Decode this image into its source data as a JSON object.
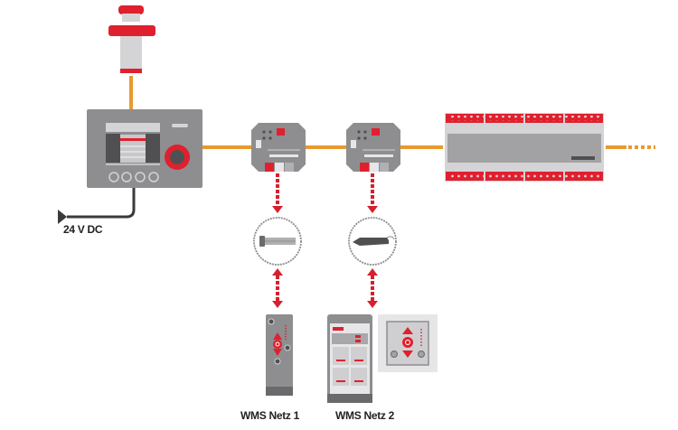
{
  "diagram": {
    "title": "WMS network topology",
    "colors": {
      "bus_line": "#e89a2f",
      "radio_link": "#d6202e",
      "device_gray": "#8e8e90",
      "device_light": "#d4d4d6",
      "device_dark": "#505052",
      "accent_red": "#e0202e"
    },
    "nodes": [
      {
        "id": "signal-light",
        "label": ""
      },
      {
        "id": "power-supply-controller",
        "label": ""
      },
      {
        "id": "wms-interface-1",
        "label": ""
      },
      {
        "id": "wms-interface-2",
        "label": ""
      },
      {
        "id": "din-rail-actuator",
        "label": ""
      },
      {
        "id": "motor-tubular",
        "label": ""
      },
      {
        "id": "motor-linear",
        "label": ""
      },
      {
        "id": "handheld-remote",
        "label": ""
      },
      {
        "id": "smartphone-app",
        "label": ""
      },
      {
        "id": "wall-transmitter",
        "label": ""
      }
    ],
    "power_label": "24 V DC",
    "network_labels": [
      "WMS Netz 1",
      "WMS Netz 2"
    ],
    "edges": [
      {
        "from": "signal-light",
        "to": "power-supply-controller",
        "type": "bus"
      },
      {
        "from": "power-supply-controller",
        "to": "wms-interface-1",
        "type": "bus"
      },
      {
        "from": "wms-interface-1",
        "to": "wms-interface-2",
        "type": "bus"
      },
      {
        "from": "wms-interface-2",
        "to": "din-rail-actuator",
        "type": "bus"
      },
      {
        "from": "din-rail-actuator",
        "to": "continued",
        "type": "bus-dashed"
      },
      {
        "from": "wms-interface-1",
        "to": "motor-tubular",
        "type": "radio"
      },
      {
        "from": "wms-interface-2",
        "to": "motor-linear",
        "type": "radio"
      },
      {
        "from": "motor-tubular",
        "to": "handheld-remote",
        "type": "radio-bidirectional"
      },
      {
        "from": "motor-linear",
        "to": "smartphone-app",
        "type": "radio-bidirectional"
      }
    ]
  }
}
